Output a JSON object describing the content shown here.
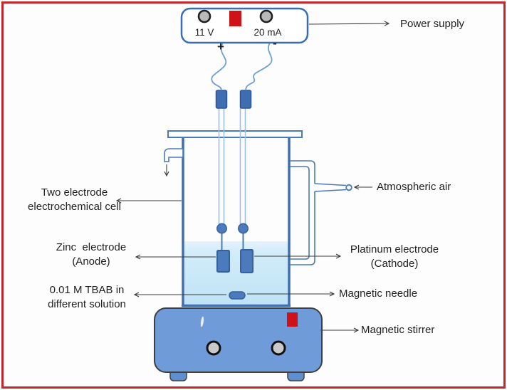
{
  "diagram": {
    "title_semantic": "Two electrode electrochemical cell experimental setup",
    "power_supply": {
      "voltage_readout": "11 V",
      "current_readout": "20 mA",
      "plus_terminal": "+",
      "minus_terminal": "-",
      "label": "Power supply"
    },
    "labels": {
      "cell_line1": "Two electrode",
      "cell_line2": "electrochemical cell",
      "zinc_line1": "Zinc  electrode",
      "zinc_line2": "(Anode)",
      "solution_line1": "0.01 M TBAB in",
      "solution_line2": "different solution",
      "atmospheric_air": "Atmospheric air",
      "platinum_line1": "Platinum electrode",
      "platinum_line2": "(Cathode)",
      "magnetic_needle": "Magnetic needle",
      "magnetic_stirrer": "Magnetic stirrer"
    },
    "colors": {
      "frame_border": "#c1272d",
      "outline_blue": "#4a7ab8",
      "wall_blue": "#3f6fb3",
      "component_blue": "#4b7bbd",
      "stirrer_body": "#6f9cd9",
      "solution_top": "#e4f3fc",
      "solution_bottom": "#bfe3f5",
      "red_indicator": "#cf1217",
      "wire_blue": "#6fa0d4",
      "knob_gray": "#c9c9c9"
    }
  }
}
